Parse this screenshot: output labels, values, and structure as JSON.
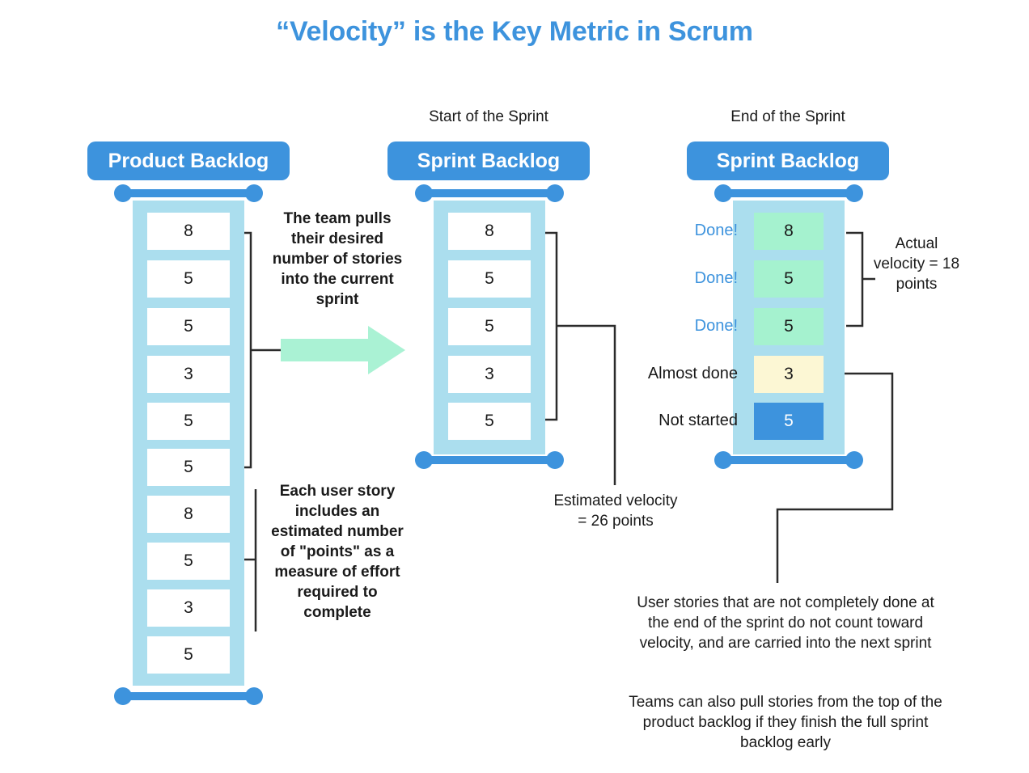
{
  "page": {
    "title": "“Velocity” is the Key Metric in Scrum"
  },
  "colors": {
    "brand_blue": "#3d93dd",
    "column_blue": "#abdeee",
    "done_green": "#a5f2cf",
    "partial_cream": "#fcf7d4",
    "arrow_green": "#aaf2d4",
    "connector_black": "#2b2b2b",
    "card_white": "#ffffff"
  },
  "columns": [
    {
      "id": "product-backlog",
      "stage_caption": "",
      "header": "Product Backlog",
      "cards": [
        {
          "points": "8",
          "state": "plain"
        },
        {
          "points": "5",
          "state": "plain"
        },
        {
          "points": "5",
          "state": "plain"
        },
        {
          "points": "3",
          "state": "plain"
        },
        {
          "points": "5",
          "state": "plain"
        },
        {
          "points": "5",
          "state": "plain"
        },
        {
          "points": "8",
          "state": "plain"
        },
        {
          "points": "5",
          "state": "plain"
        },
        {
          "points": "3",
          "state": "plain"
        },
        {
          "points": "5",
          "state": "plain"
        }
      ]
    },
    {
      "id": "sprint-backlog-start",
      "stage_caption": "Start of the Sprint",
      "header": "Sprint Backlog",
      "cards": [
        {
          "points": "8",
          "state": "plain"
        },
        {
          "points": "5",
          "state": "plain"
        },
        {
          "points": "5",
          "state": "plain"
        },
        {
          "points": "3",
          "state": "plain"
        },
        {
          "points": "5",
          "state": "plain"
        }
      ]
    },
    {
      "id": "sprint-backlog-end",
      "stage_caption": "End of the Sprint",
      "header": "Sprint Backlog",
      "cards": [
        {
          "points": "8",
          "state": "done",
          "status": "Done!"
        },
        {
          "points": "5",
          "state": "done",
          "status": "Done!"
        },
        {
          "points": "5",
          "state": "done",
          "status": "Done!"
        },
        {
          "points": "3",
          "state": "partial",
          "status": "Almost done"
        },
        {
          "points": "5",
          "state": "notstarted",
          "status": "Not started"
        }
      ]
    }
  ],
  "annotations": {
    "pull_stories": "The team pulls their desired number of stories into the current sprint",
    "story_points": "Each user story includes an estimated number of \"points\" as a measure of effort required to complete",
    "estimated_velocity": "Estimated velocity = 26 points",
    "actual_velocity": "Actual velocity = 18 points",
    "carryover_note": "User stories that are not completely done at the end of the sprint do not count toward velocity, and are carried into the next sprint",
    "pull_more_note": "Teams can also pull stories from the top of the product backlog if they finish the full sprint backlog early"
  },
  "metrics": {
    "estimated_velocity_points": 26,
    "actual_velocity_points": 18
  }
}
